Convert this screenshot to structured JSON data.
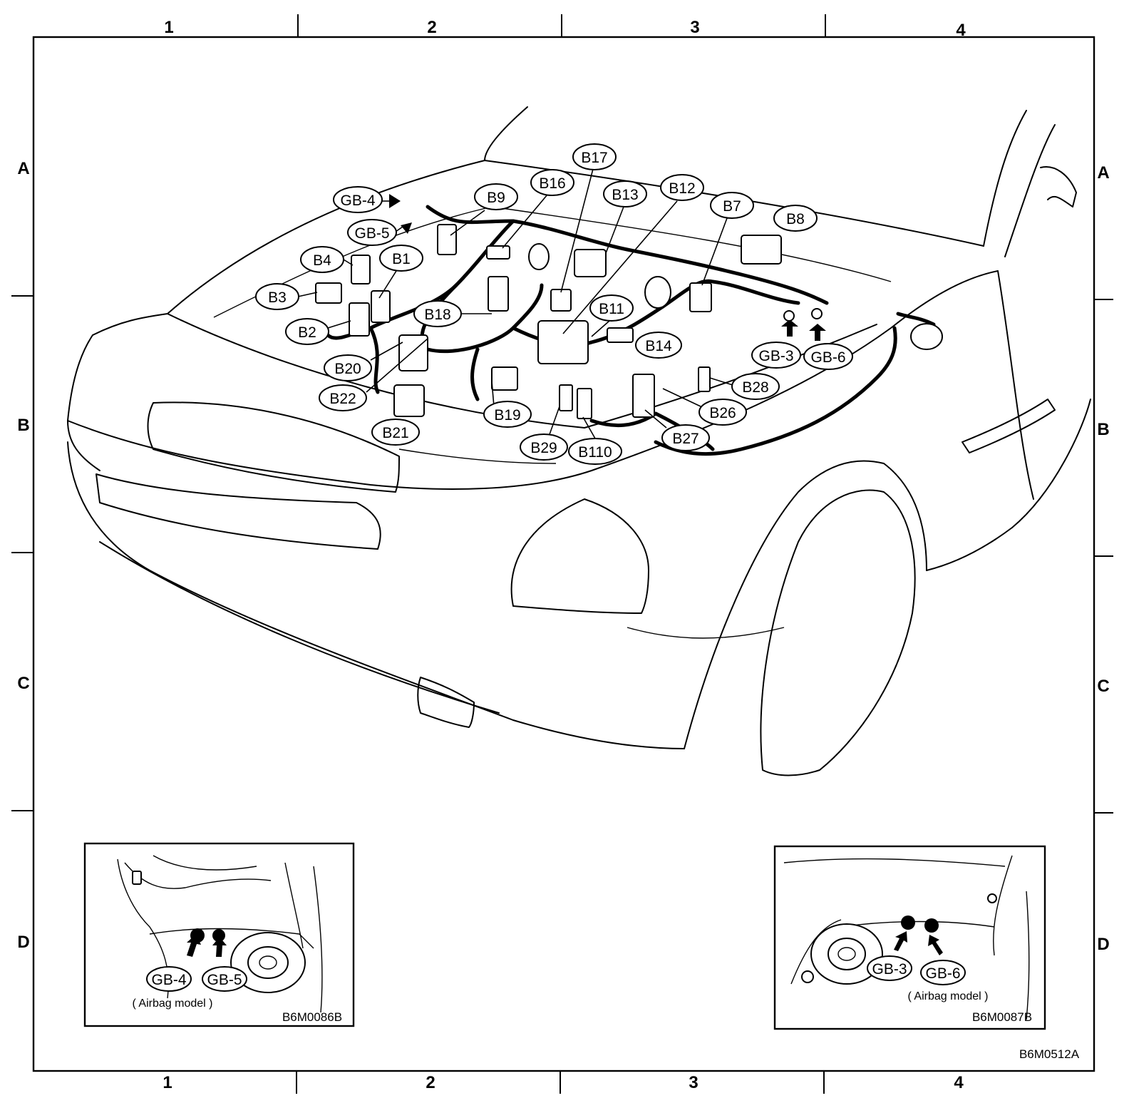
{
  "grid": {
    "columns": [
      "1",
      "2",
      "3",
      "4"
    ],
    "rows": [
      "A",
      "B",
      "C",
      "D"
    ]
  },
  "connectors": [
    {
      "id": "gb4",
      "label": "GB-4"
    },
    {
      "id": "gb5",
      "label": "GB-5"
    },
    {
      "id": "b9",
      "label": "B9"
    },
    {
      "id": "b16",
      "label": "B16"
    },
    {
      "id": "b17",
      "label": "B17"
    },
    {
      "id": "b13",
      "label": "B13"
    },
    {
      "id": "b12",
      "label": "B12"
    },
    {
      "id": "b7",
      "label": "B7"
    },
    {
      "id": "b8",
      "label": "B8"
    },
    {
      "id": "b4",
      "label": "B4"
    },
    {
      "id": "b1",
      "label": "B1"
    },
    {
      "id": "b3",
      "label": "B3"
    },
    {
      "id": "b2",
      "label": "B2"
    },
    {
      "id": "b18",
      "label": "B18"
    },
    {
      "id": "b11",
      "label": "B11"
    },
    {
      "id": "b14",
      "label": "B14"
    },
    {
      "id": "gb3",
      "label": "GB-3"
    },
    {
      "id": "gb6",
      "label": "GB-6"
    },
    {
      "id": "b20",
      "label": "B20"
    },
    {
      "id": "b22",
      "label": "B22"
    },
    {
      "id": "b28",
      "label": "B28"
    },
    {
      "id": "b19",
      "label": "B19"
    },
    {
      "id": "b26",
      "label": "B26"
    },
    {
      "id": "b21",
      "label": "B21"
    },
    {
      "id": "b27",
      "label": "B27"
    },
    {
      "id": "b29",
      "label": "B29"
    },
    {
      "id": "b110",
      "label": "B110"
    }
  ],
  "inset_left": {
    "labels": [
      "GB-4",
      "GB-5"
    ],
    "note": "( Airbag model )",
    "code": "B6M0086B"
  },
  "inset_right": {
    "labels": [
      "GB-3",
      "GB-6"
    ],
    "note": "( Airbag model )",
    "code": "B6M0087B"
  },
  "figure_code": "B6M0512A"
}
